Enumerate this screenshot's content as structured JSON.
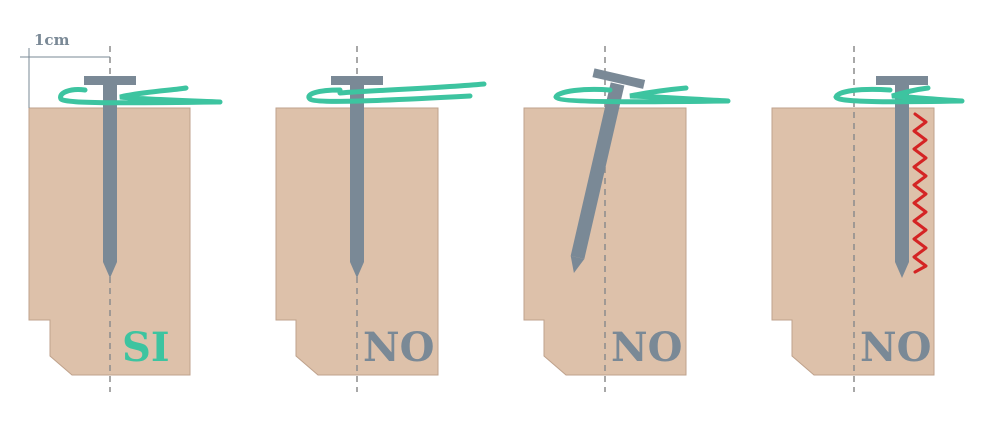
{
  "measure": {
    "label": "1cm"
  },
  "panels": [
    {
      "verdict": "SI",
      "verdict_color": "#3DC4A0",
      "nail": "straight",
      "thread": "wrap",
      "damage": false
    },
    {
      "verdict": "NO",
      "verdict_color": "#7A8996",
      "nail": "straight",
      "thread": "open",
      "damage": false
    },
    {
      "verdict": "NO",
      "verdict_color": "#7A8996",
      "nail": "tilted",
      "thread": "wrap",
      "damage": false
    },
    {
      "verdict": "NO",
      "verdict_color": "#7A8996",
      "nail": "straight-off-center",
      "thread": "wrap",
      "damage": true
    }
  ],
  "colors": {
    "wood": "#DDC1AA",
    "wood_edge": "#BFA28C",
    "nail": "#7A8996",
    "thread": "#3DC4A0",
    "guide": "#8C8C8C",
    "damage": "#D42424",
    "dimension": "#7A8996"
  }
}
